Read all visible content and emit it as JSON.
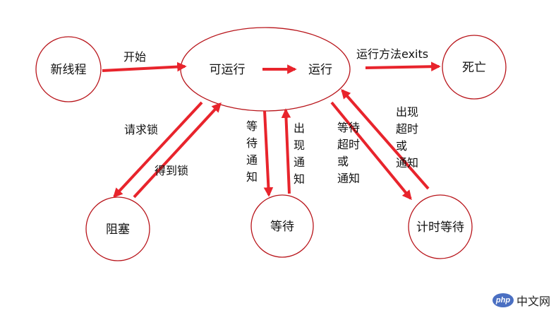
{
  "colors": {
    "node_border": "#b8141a",
    "arrow": "#e8242c",
    "watermark_logo": "#4a6fc2"
  },
  "nodes": {
    "new_thread": "新线程",
    "runnable": "可运行",
    "running": "运行",
    "dead": "死亡",
    "blocked": "阻塞",
    "waiting": "等待",
    "timed_waiting": "计时等待"
  },
  "edges": {
    "start": "开始",
    "run_exits": "运行方法exits",
    "request_lock": "请求锁",
    "get_lock": "得到锁",
    "wait_notify": [
      "等",
      "待",
      "通",
      "知"
    ],
    "notify_out": [
      "出",
      "现",
      "通",
      "知"
    ],
    "wait_timeout_notify": [
      "等待",
      "超时",
      "或",
      "通知"
    ],
    "timeout_or_notify": [
      "出现",
      "超时",
      "或",
      "通知"
    ]
  },
  "watermark": {
    "logo": "php",
    "text": "中文网"
  }
}
